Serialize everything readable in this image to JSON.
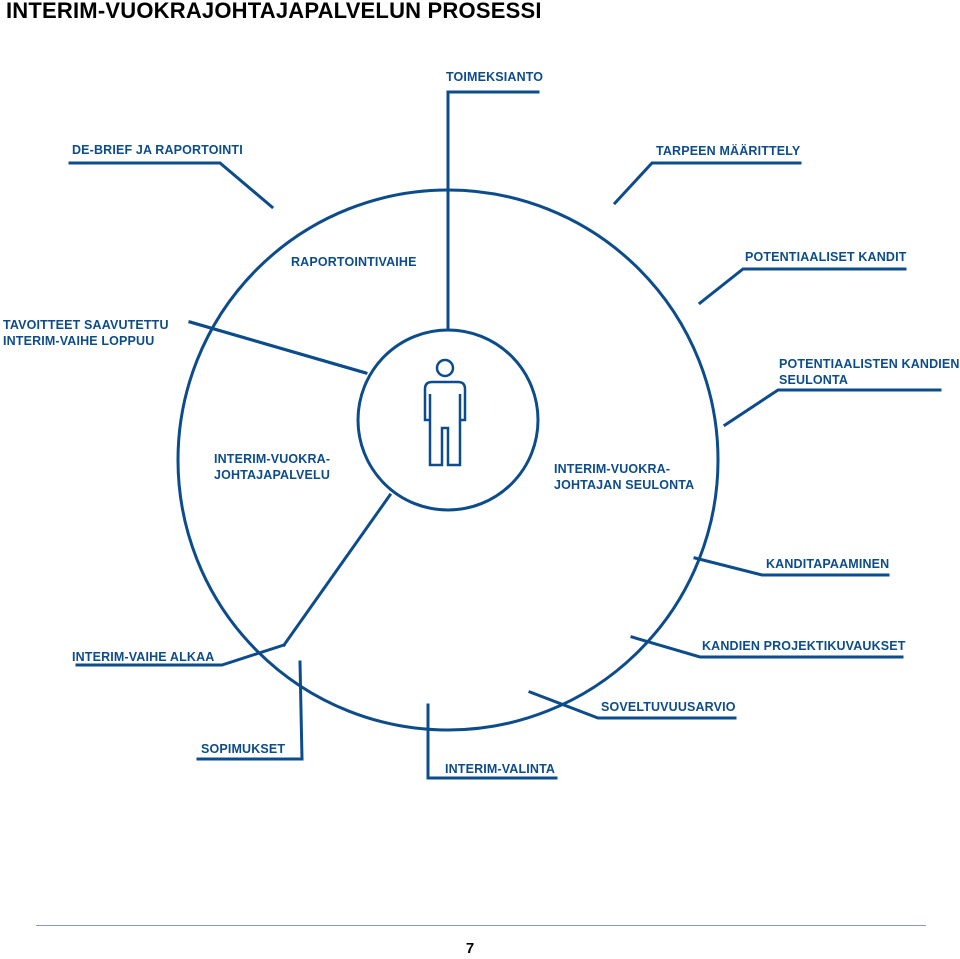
{
  "title": "INTERIM-VUOKRAJOHTAJAPALVELUN PROSESSI",
  "colors": {
    "line": "#0d4c8b",
    "text": "#0d4c8b",
    "title": "#000000"
  },
  "labels": {
    "toimeksianto": "TOIMEKSIANTO",
    "debrief": "DE-BRIEF JA RAPORTOINTI",
    "tarpeen_maarittely": "TARPEEN MÄÄRITTELY",
    "raportointivaihe": "RAPORTOINTIVAIHE",
    "potentiaaliset_kandit": "POTENTIAALISET KANDIT",
    "tavoitteet_1": "TAVOITTEET SAAVUTETTU",
    "tavoitteet_2": "INTERIM-VAIHE LOPPUU",
    "kandien_seulonta_1": "POTENTIAALISTEN KANDIEN",
    "kandien_seulonta_2": "SEULONTA",
    "palvelu_1": "INTERIM-VUOKRA-",
    "palvelu_2": "JOHTAJAPALVELU",
    "johtajan_seulonta_1": "INTERIM-VUOKRA-",
    "johtajan_seulonta_2": "JOHTAJAN SEULONTA",
    "kanditapaaminen": "KANDITAPAAMINEN",
    "interim_alkaa": "INTERIM-VAIHE ALKAA",
    "projektikuvaukset": "KANDIEN PROJEKTIKUVAUKSET",
    "soveltuvuusarvio": "SOVELTUVUUSARVIO",
    "sopimukset": "SOPIMUKSET",
    "interim_valinta": "INTERIM-VALINTA"
  },
  "center_icon": "person-icon",
  "page_number": "7"
}
